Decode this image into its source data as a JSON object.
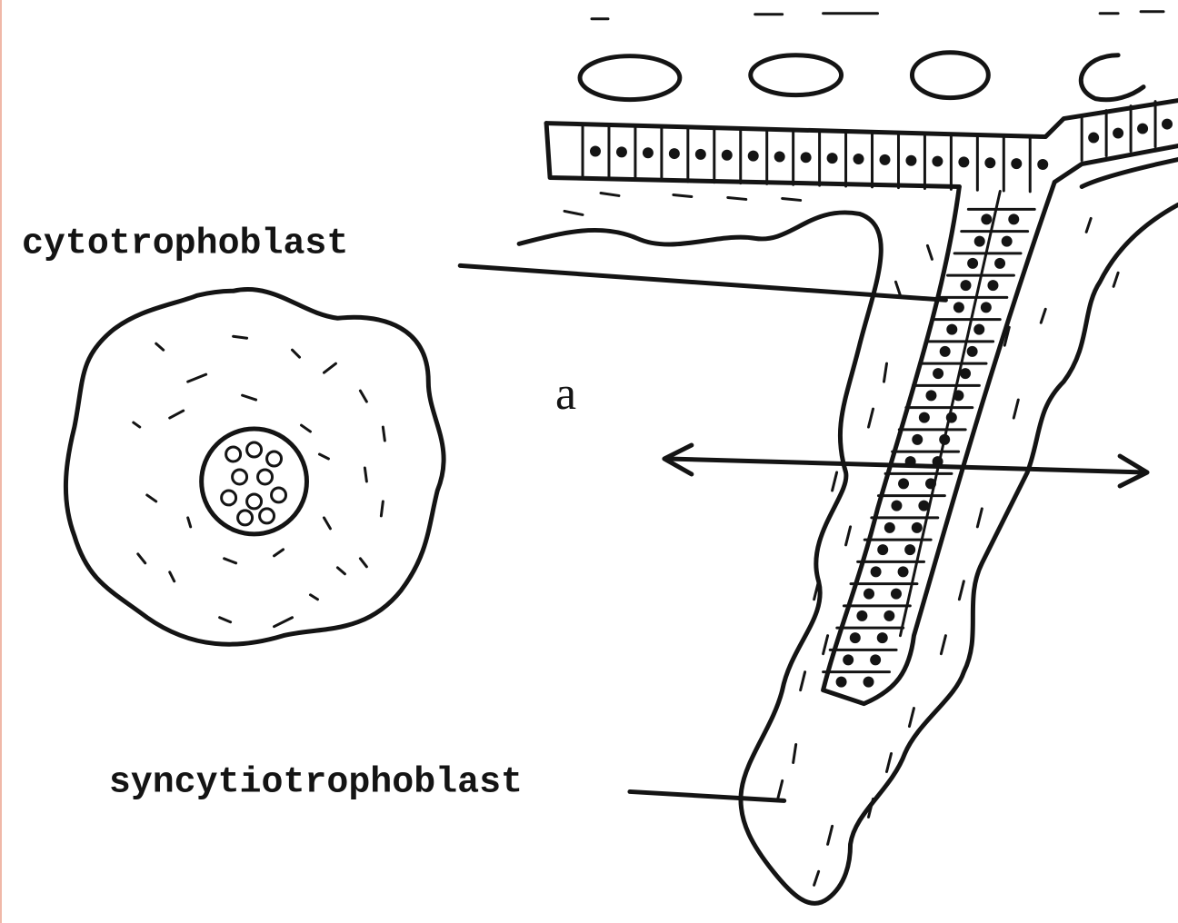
{
  "labels": {
    "cytotrophoblast": "cytotrophoblast",
    "syncytiotrophoblast": "syncytiotrophoblast",
    "a": "a"
  }
}
